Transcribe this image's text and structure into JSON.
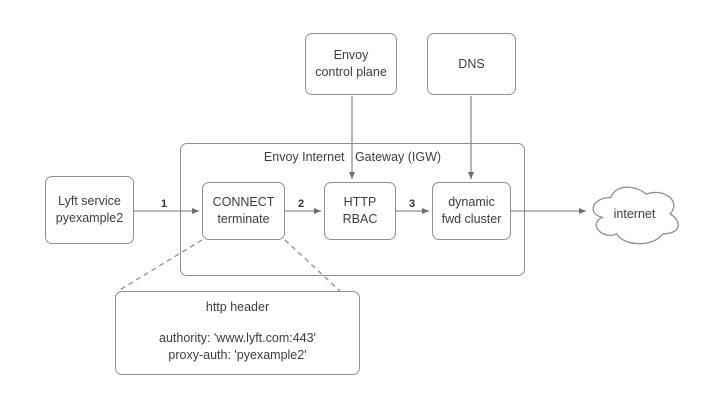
{
  "diagram": {
    "igw_title": "Envoy Internet   Gateway (IGW)",
    "nodes": {
      "lyft_service": {
        "line1": "Lyft service",
        "line2": "pyexample2"
      },
      "envoy_control_plane": {
        "line1": "Envoy",
        "line2": "control plane"
      },
      "dns": {
        "label": "DNS"
      },
      "connect_terminate": {
        "line1": "CONNECT",
        "line2": "terminate"
      },
      "http_rbac": {
        "line1": "HTTP",
        "line2": "RBAC"
      },
      "dynamic_fwd_cluster": {
        "line1": "dynamic",
        "line2": "fwd cluster"
      },
      "internet": {
        "label": "internet"
      },
      "http_header": {
        "title": "http header",
        "line1": "authority: 'www.lyft.com:443'",
        "line2": "proxy-auth: 'pyexample2'"
      }
    },
    "edge_labels": {
      "step1": "1",
      "step2": "2",
      "step3": "3"
    },
    "colors": {
      "stroke": "#8f8f8f",
      "arrowhead": "#6e6e6e",
      "text": "#3d3d3d"
    }
  }
}
